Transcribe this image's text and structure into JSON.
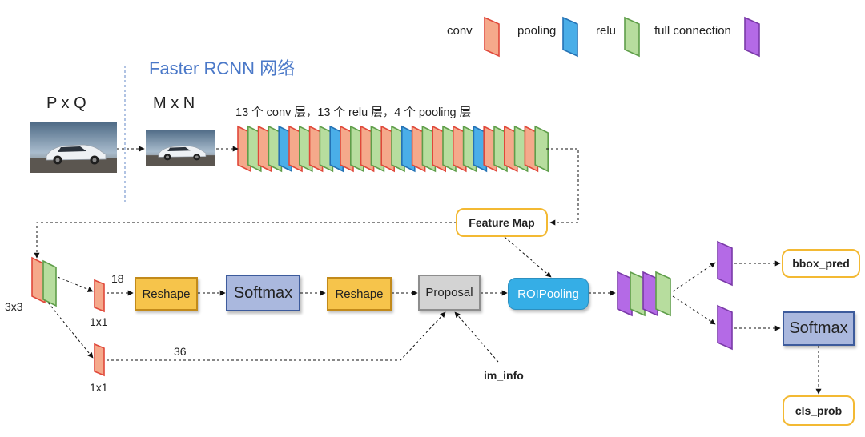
{
  "title": "Faster RCNN 网络",
  "legend": [
    {
      "label": "conv",
      "color": "#f5a98b",
      "stroke": "#e0483a"
    },
    {
      "label": "pooling",
      "color": "#4aaee8",
      "stroke": "#2472b5"
    },
    {
      "label": "relu",
      "color": "#b7dd9e",
      "stroke": "#5f9e4a"
    },
    {
      "label": "full connection",
      "color": "#b46ae6",
      "stroke": "#7a3aa8"
    }
  ],
  "input": {
    "label": "P x Q"
  },
  "resized": {
    "label": "M x N"
  },
  "backbone": {
    "caption": "13 个 conv 层，13 个 relu 层，4 个 pooling 层",
    "layers": [
      "conv",
      "relu",
      "conv",
      "relu",
      "pooling",
      "conv",
      "relu",
      "conv",
      "relu",
      "pooling",
      "conv",
      "relu",
      "conv",
      "relu",
      "conv",
      "relu",
      "pooling",
      "conv",
      "relu",
      "conv",
      "relu",
      "conv",
      "relu",
      "pooling",
      "conv",
      "relu",
      "conv",
      "relu",
      "conv",
      "relu"
    ]
  },
  "feature_map": {
    "label": "Feature Map"
  },
  "rpn": {
    "kernel_label": "3x3",
    "branch_top": {
      "kernel_label": "1x1",
      "channels": "18"
    },
    "branch_bottom": {
      "kernel_label": "1x1",
      "channels": "36"
    },
    "reshape1": "Reshape",
    "softmax": "Softmax",
    "reshape2": "Reshape",
    "proposal": "Proposal",
    "im_info": "im_info"
  },
  "roi_pooling": {
    "label": "ROIPooling"
  },
  "heads": {
    "fc_stack": [
      "full connection",
      "relu",
      "full connection",
      "relu"
    ],
    "bbox_pred": "bbox_pred",
    "softmax": "Softmax",
    "cls_prob": "cls_prob"
  }
}
